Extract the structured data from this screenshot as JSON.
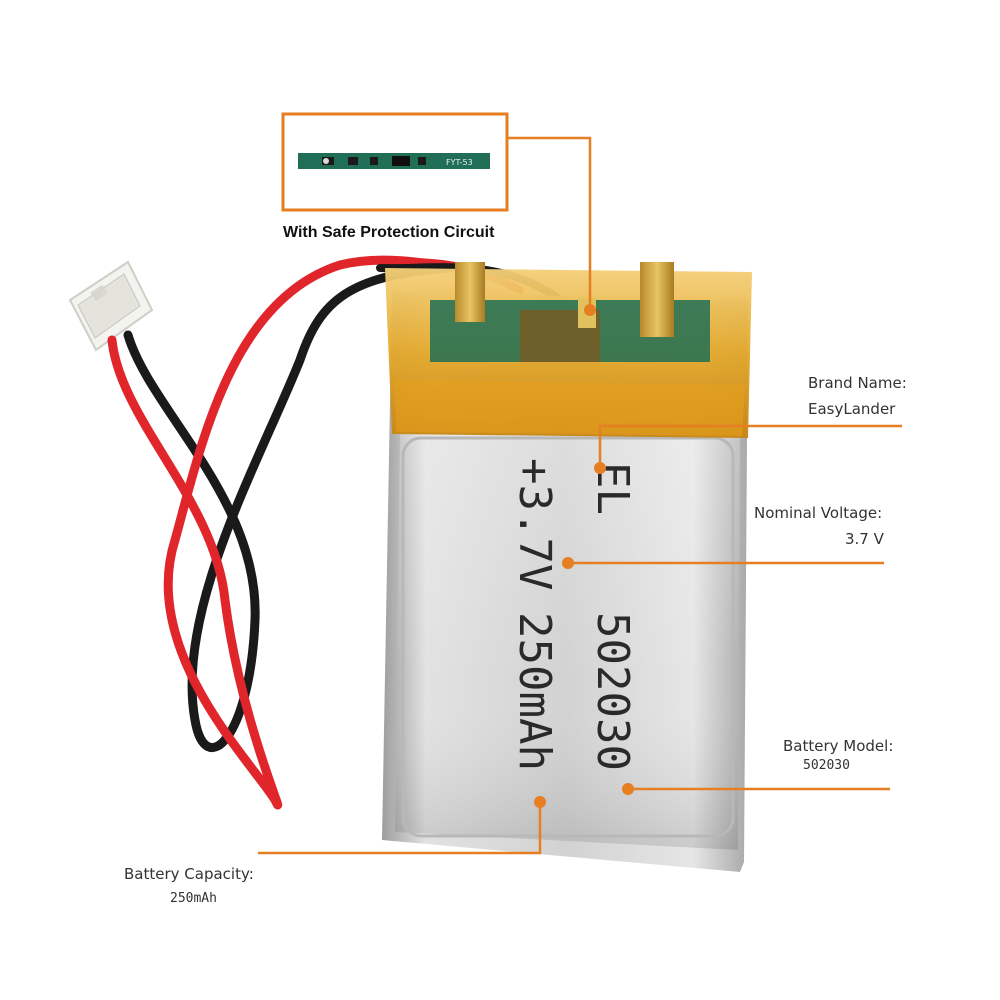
{
  "inset": {
    "caption": "With Safe Protection Circuit",
    "board_markings": [
      "FYT-53"
    ]
  },
  "battery": {
    "logo_text": "EL",
    "voltage_print": "+3.7V",
    "capacity_print": "250mAh",
    "model_print": "502030"
  },
  "callouts": {
    "brand": {
      "label": "Brand Name:",
      "value": "EasyLander"
    },
    "voltage": {
      "label": "Nominal Voltage:",
      "value": "3.7 V"
    },
    "model": {
      "label": "Battery Model:",
      "value": "502030"
    },
    "capacity": {
      "label": "Battery Capacity:",
      "value": "250mAh"
    }
  },
  "colors": {
    "accent": "#e67e22",
    "wire_red": "#e0262b",
    "wire_black": "#1a1a1a",
    "tape_amber": "#e3a82a",
    "cell_silver": "#c9c9c9",
    "pcb_green": "#1f6e55"
  }
}
